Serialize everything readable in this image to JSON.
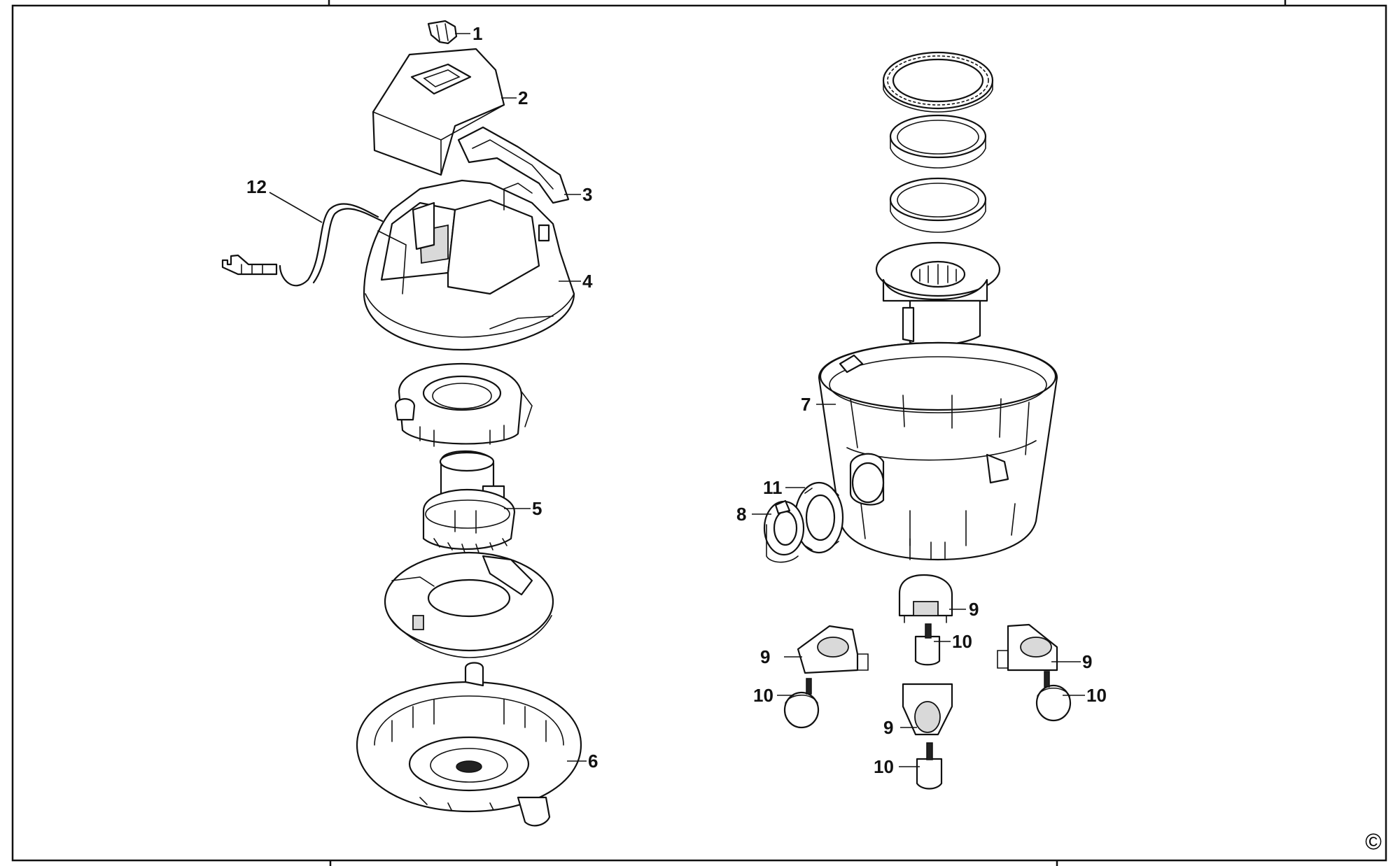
{
  "callouts": [
    {
      "id": "c1",
      "label": "1"
    },
    {
      "id": "c2",
      "label": "2"
    },
    {
      "id": "c3",
      "label": "3"
    },
    {
      "id": "c4",
      "label": "4"
    },
    {
      "id": "c5",
      "label": "5"
    },
    {
      "id": "c6",
      "label": "6"
    },
    {
      "id": "c7",
      "label": "7"
    },
    {
      "id": "c8",
      "label": "8"
    },
    {
      "id": "c9a",
      "label": "9"
    },
    {
      "id": "c9b",
      "label": "9"
    },
    {
      "id": "c9c",
      "label": "9"
    },
    {
      "id": "c9d",
      "label": "9"
    },
    {
      "id": "c10a",
      "label": "10"
    },
    {
      "id": "c10b",
      "label": "10"
    },
    {
      "id": "c10c",
      "label": "10"
    },
    {
      "id": "c10d",
      "label": "10"
    },
    {
      "id": "c11",
      "label": "11"
    },
    {
      "id": "c12",
      "label": "12"
    }
  ],
  "copyright_symbol": "©",
  "colors": {
    "line": "#111111",
    "background": "#ffffff",
    "shade": "#d9d9d9"
  }
}
